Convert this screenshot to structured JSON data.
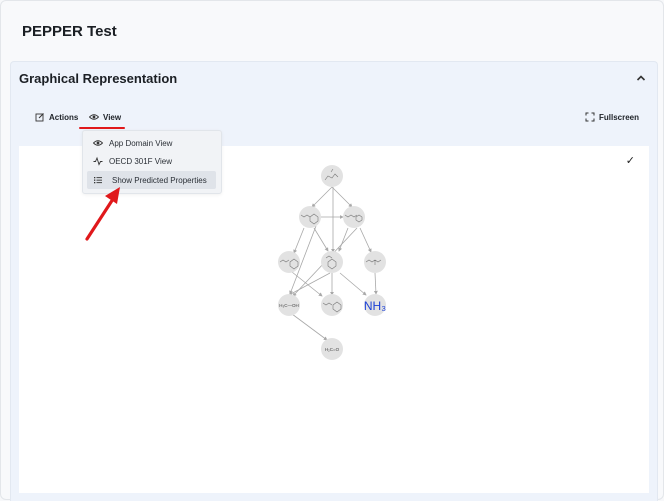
{
  "page": {
    "title": "PEPPER Test"
  },
  "panel": {
    "title": "Graphical Representation"
  },
  "toolbar": {
    "actions_label": "Actions",
    "view_label": "View",
    "fullscreen_label": "Fullscreen"
  },
  "view_menu": {
    "items": [
      {
        "label": "App Domain View",
        "icon": "eye-icon"
      },
      {
        "label": "OECD 301F View",
        "icon": "activity-icon"
      },
      {
        "label": "Show Predicted Properties",
        "icon": "list-icon",
        "selected": true
      }
    ]
  },
  "graph": {
    "nodes": [
      {
        "id": "n0",
        "label": ""
      },
      {
        "id": "n1",
        "label": ""
      },
      {
        "id": "n2",
        "label": ""
      },
      {
        "id": "n3",
        "label": ""
      },
      {
        "id": "n4",
        "label": ""
      },
      {
        "id": "n5",
        "label": ""
      },
      {
        "id": "n6",
        "label": "H₃C—OH"
      },
      {
        "id": "n7",
        "label": ""
      },
      {
        "id": "n8",
        "label": "NH₃"
      },
      {
        "id": "n9",
        "label": "H₂C=O"
      }
    ]
  },
  "colors": {
    "accent_red": "#e0181b",
    "nh3_blue": "#1a3fd6",
    "node_fill": "#e2e2e2"
  }
}
